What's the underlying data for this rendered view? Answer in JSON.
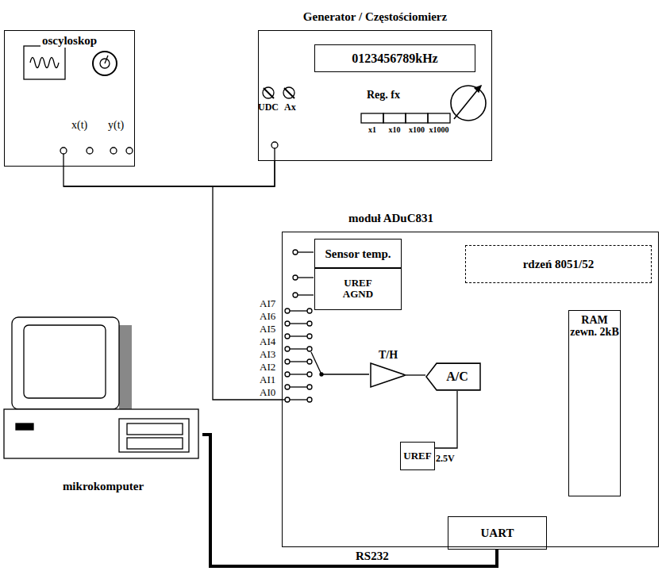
{
  "diagram": {
    "nodes": [
      {
        "text": [
          "oscyloskop"
        ]
      },
      {
        "text": [
          "Generator / Częstościomierz"
        ]
      },
      {
        "text": [
          "0123456789kHz"
        ],
        "in": 1
      },
      {
        "text": [
          "moduł ADuC831"
        ]
      },
      {
        "text": [
          "Sensor temp."
        ],
        "in": 3
      },
      {
        "text": [
          "UREF",
          "AGND"
        ],
        "in": 3
      },
      {
        "text": [
          "rdzeń 8051/52"
        ],
        "in": 3
      },
      {
        "text": [
          "T/H"
        ],
        "in": 3
      },
      {
        "text": [
          "A/C"
        ],
        "in": 3
      },
      {
        "text": [
          "RAM zewn. 2kB"
        ],
        "in": 3
      },
      {
        "text": [
          "UREF"
        ],
        "in": 3
      },
      {
        "text": [
          "UART"
        ],
        "in": 3
      },
      {
        "text": [
          "mikrokomputer"
        ]
      }
    ],
    "edges": [
      {
        "from": 0,
        "to": 1,
        "arrow": "none"
      },
      {
        "from": 1,
        "to": 3,
        "arrow": "none"
      },
      {
        "from": 7,
        "to": 8,
        "arrow": "none"
      },
      {
        "from": 8,
        "to": 10,
        "arrow": "none"
      },
      {
        "from": 11,
        "to": 12,
        "label": "RS232",
        "arrow": "none"
      }
    ],
    "labels": [
      "x(t)",
      "y(t)",
      "UDC",
      "Ax",
      "Reg. fx",
      "x1",
      "x10",
      "x100",
      "x1000",
      "AI7",
      "AI6",
      "AI5",
      "AI4",
      "AI3",
      "AI2",
      "AI1",
      "AI0",
      "2.5V"
    ]
  }
}
